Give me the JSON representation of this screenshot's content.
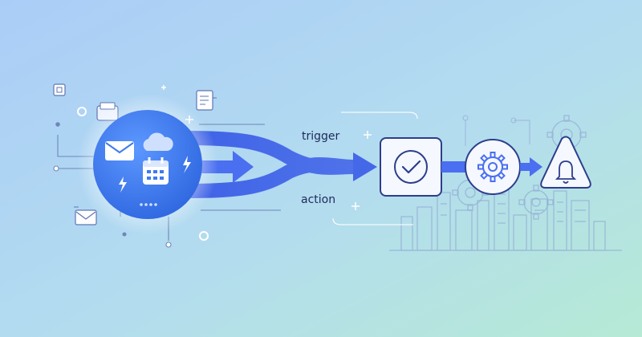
{
  "labels": {
    "trigger": "trigger",
    "action": "action"
  },
  "colors": {
    "background_left": "#a9cdf6",
    "background_right": "#b4e6d6",
    "hub_blue": "#3d7bf0",
    "arrow_blue": "#4a6fe8",
    "line_gray": "#8ea6c9",
    "card_border": "#2c3e8c",
    "text_dark": "#1e2a5a"
  },
  "icons": {
    "hub": [
      "envelope-icon",
      "cloud-icon",
      "calendar-icon",
      "lightning-icon",
      "lightning-icon"
    ],
    "floating": [
      "chip-icon",
      "document-icon",
      "inbox-icon",
      "envelope-icon"
    ],
    "pipeline": [
      "check-circle-icon",
      "gear-icon",
      "bell-icon"
    ],
    "background": [
      "gear-icon",
      "city-skyline"
    ]
  }
}
